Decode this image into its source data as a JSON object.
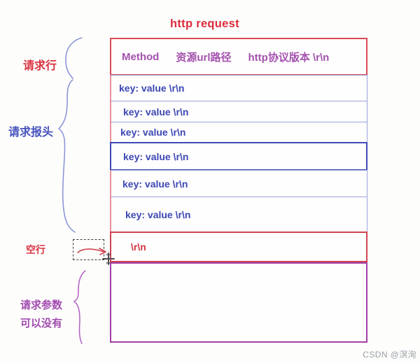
{
  "title": "http request",
  "labels": {
    "request_line": "请求行",
    "request_headers": "请求报头",
    "empty_line": "空行",
    "request_params_line1": "请求参数",
    "request_params_line2": "可以没有"
  },
  "diagram": {
    "request_line_parts": [
      "Method",
      "资源url路径",
      "http协议版本 \\r\\n"
    ],
    "header_rows": [
      "key: value \\r\\n",
      "key: value \\r\\n",
      "key: value \\r\\n",
      "key: value \\r\\n",
      "key: value \\r\\n",
      "key: value \\r\\n"
    ],
    "empty_line_row": "\\r\\n",
    "request_body": ""
  },
  "watermark": {
    "text": "CSDN @溟洵"
  },
  "icons": {
    "cursor": "crosshair-cursor",
    "arrow": "red-hand-drawn-arrow-right",
    "braces": [
      "blue-brace-request-line",
      "blue-brace-request-headers",
      "purple-brace-request-params"
    ]
  },
  "colors": {
    "title_red": "#dc2b3b",
    "label_red": "#d93340",
    "method_text_purple": "#a452ae",
    "key_text_blue": "#3d47b3",
    "headers_label_blue": "#4753bd",
    "light_row_border": "#9ba3dc",
    "dark_row_border": "#3e48b4",
    "red_border": "#dd4a55",
    "crlf_border": "#cf4350",
    "params_border_purple": "#a23fa6",
    "params_label_purple": "#a24bb0",
    "brace_blue": "#8d97d6",
    "brace_purple": "#b468c6",
    "watermark_gray": "#9aa0a6"
  }
}
